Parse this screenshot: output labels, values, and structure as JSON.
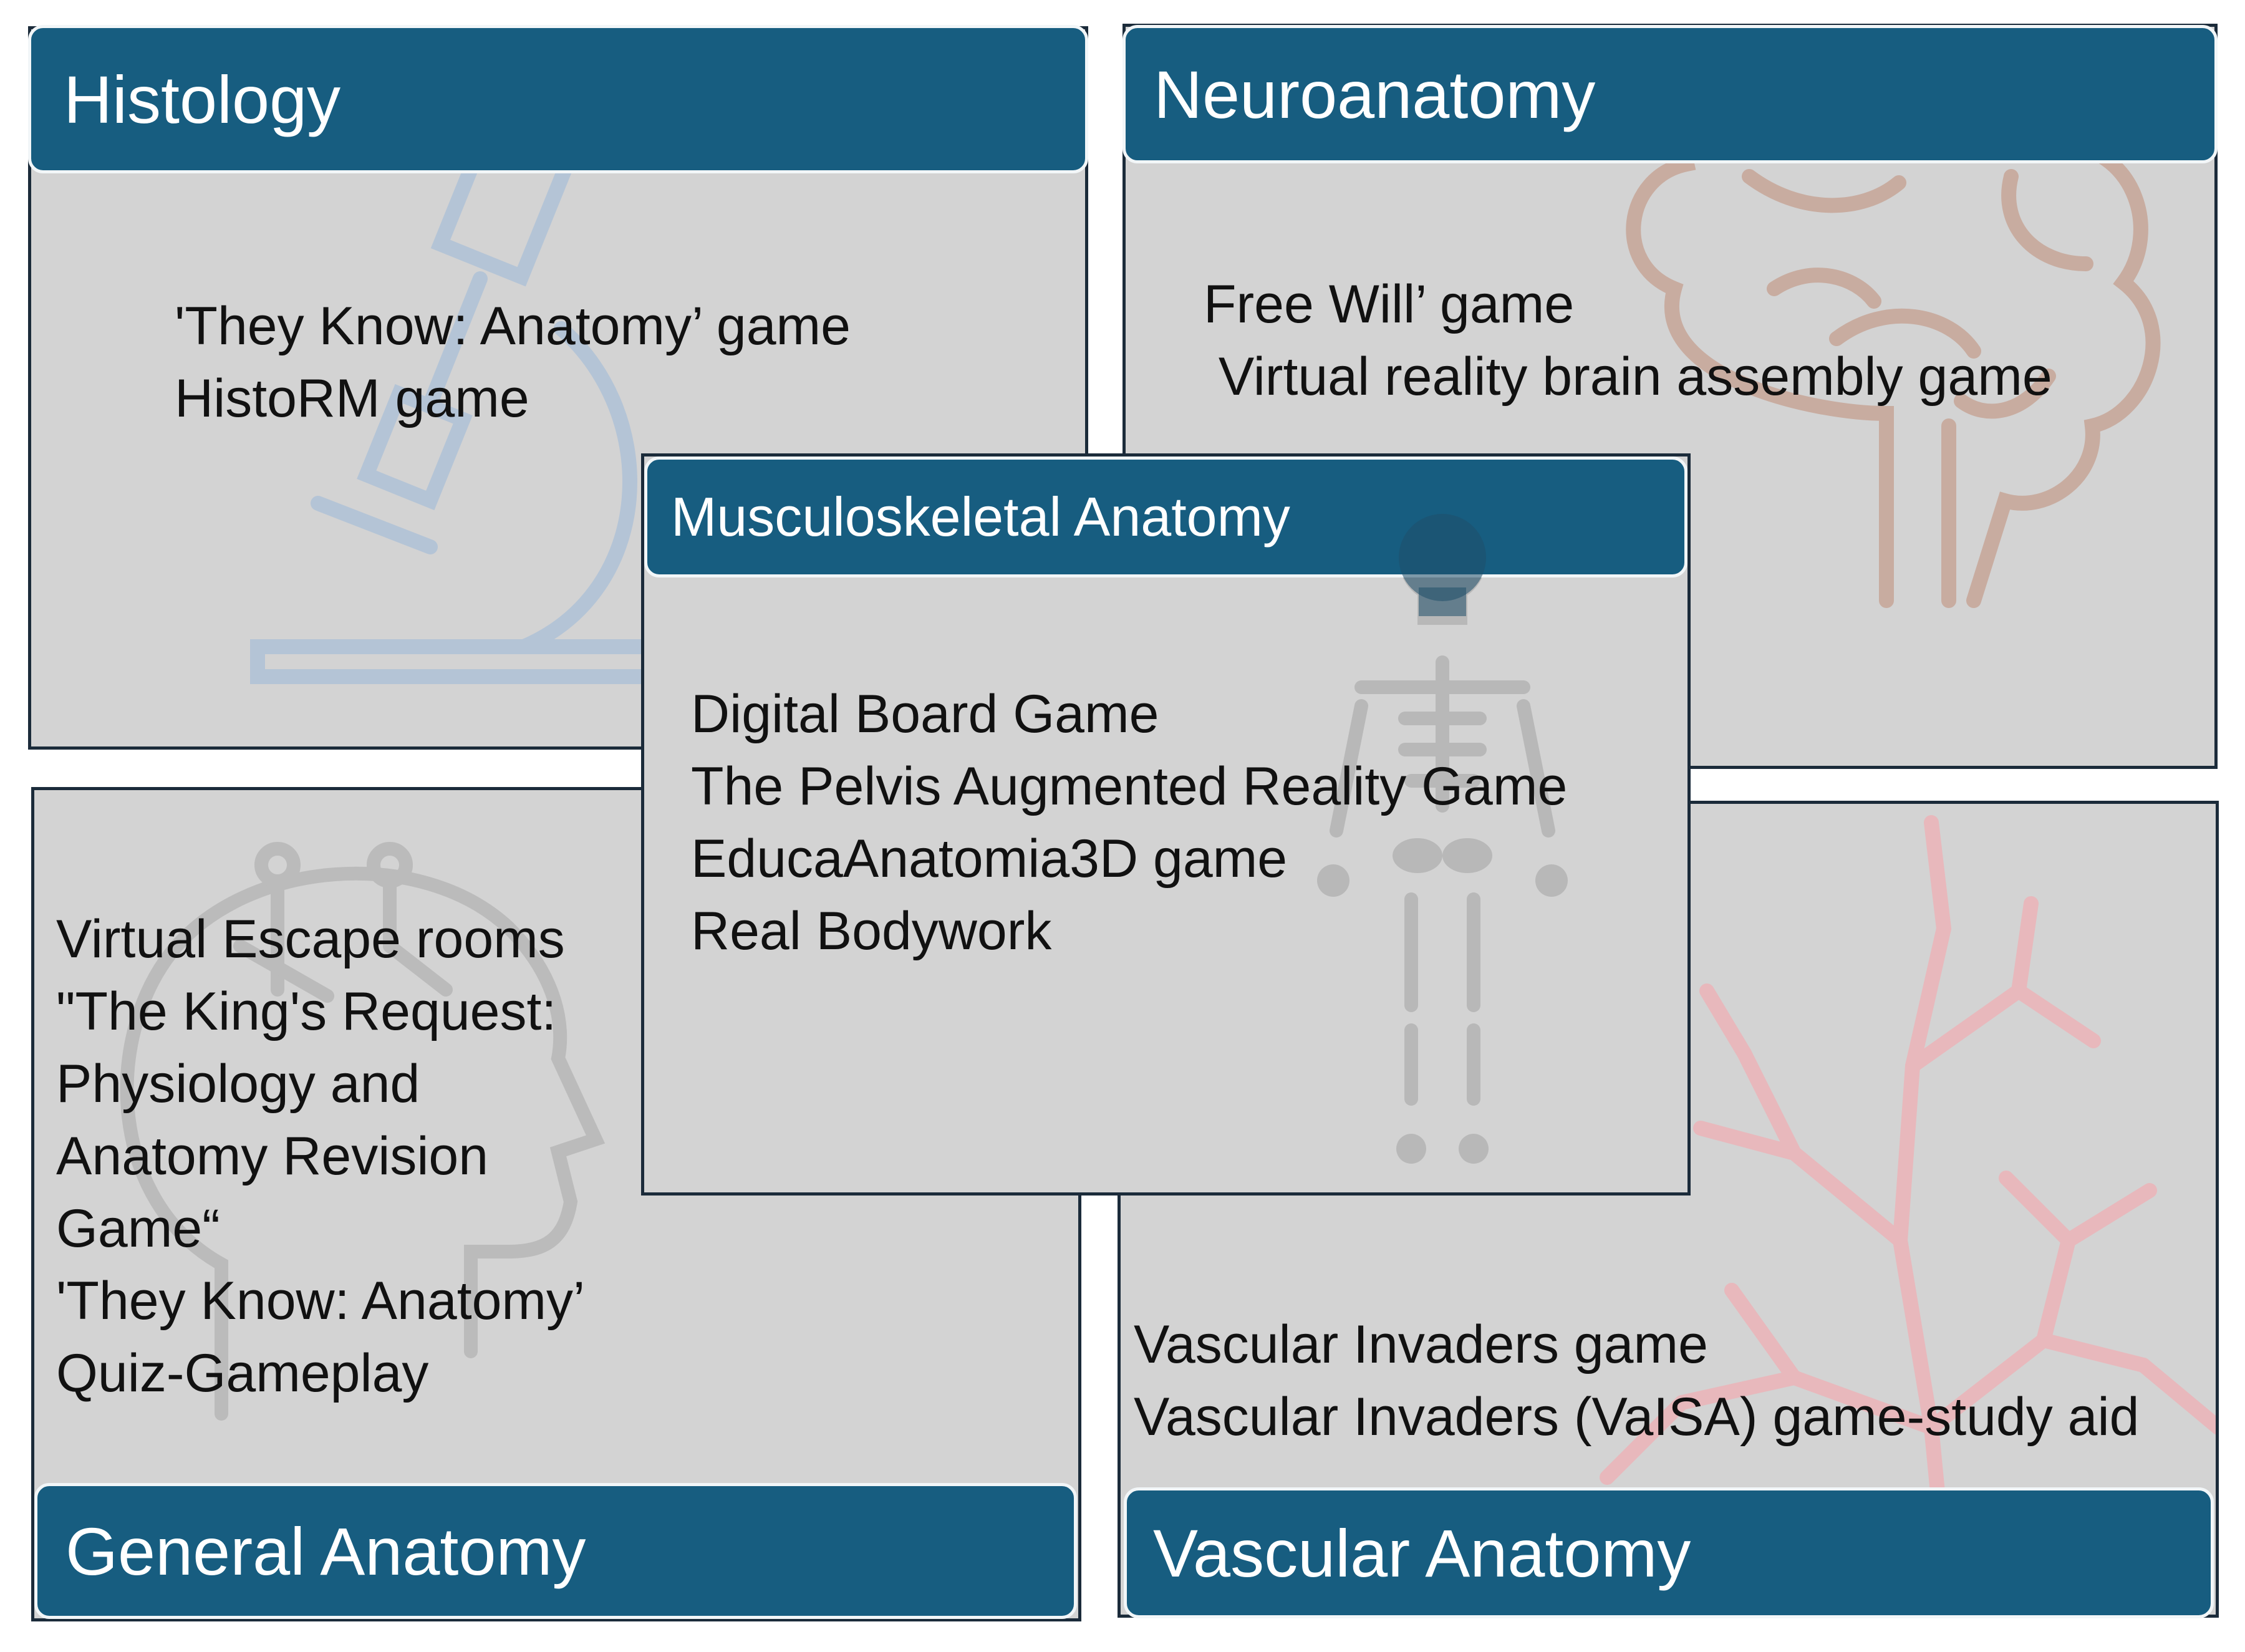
{
  "colors": {
    "header_fill": "#175d80",
    "panel_fill": "#d3d3d3",
    "panel_border": "#1b2b3a",
    "histology_icon": "#b4c4d6",
    "neuro_icon": "#c8aca0",
    "general_icon": "#bbbbbb",
    "skeleton_icon": "#b8b8b8",
    "vascular_icon": "#e8b8bc"
  },
  "panels": {
    "histology": {
      "title": "Histology",
      "icon": "microscope-icon",
      "items": [
        "'They Know: Anatomy’ game",
        "HistoRM game"
      ]
    },
    "neuroanatomy": {
      "title": "Neuroanatomy",
      "icon": "brain-icon",
      "items": [
        "Free Will’ game",
        " Virtual reality brain assembly game"
      ]
    },
    "musculoskeletal": {
      "title": "Musculoskeletal Anatomy",
      "icon": "skeleton-icon",
      "items": [
        "Digital Board Game",
        "The Pelvis Augmented Reality Game",
        "EducaAnatomia3D game",
        "Real Bodywork"
      ]
    },
    "general": {
      "title": "General Anatomy",
      "icon": "head-circuit-icon",
      "items": [
        "Virtual Escape rooms",
        "\"The King's Request:",
        "Physiology and",
        "Anatomy Revision",
        "Game“",
        "'They Know: Anatomy’",
        "Quiz-Gameplay"
      ]
    },
    "vascular": {
      "title": "Vascular Anatomy",
      "icon": "blood-vessels-icon",
      "items": [
        "Vascular Invaders game",
        "Vascular Invaders (VaISA) game-study aid"
      ]
    }
  }
}
